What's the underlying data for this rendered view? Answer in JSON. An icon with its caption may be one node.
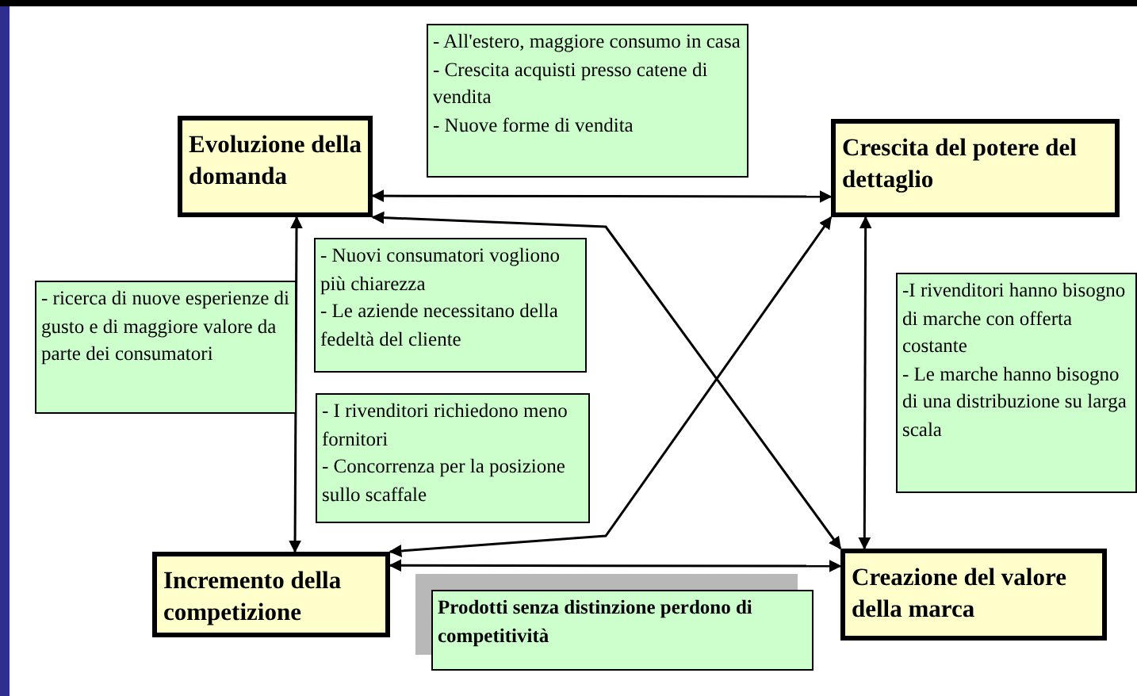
{
  "diagram": {
    "nodes": [
      {
        "text": [
          "- All'estero, maggiore consumo in casa",
          "- Crescita acquisti presso catene di vendita",
          "- Nuove forme di vendita"
        ]
      },
      {
        "text": [
          "Evoluzione della domanda"
        ]
      },
      {
        "text": [
          "Crescita del potere del dettaglio"
        ]
      },
      {
        "text": [
          "- ricerca di nuove esperienze di gusto e di maggiore valore da parte dei consumatori"
        ]
      },
      {
        "text": [
          "- Nuovi consumatori vogliono più chiarezza",
          "- Le aziende necessitano della fedeltà del cliente"
        ]
      },
      {
        "text": [
          "-I rivenditori hanno bisogno di marche con offerta costante",
          "- Le marche hanno bisogno di una distribuzione su larga scala"
        ]
      },
      {
        "text": [
          "- I rivenditori richiedono meno fornitori",
          "- Concorrenza per la posizione sullo scaffale"
        ]
      },
      {
        "text": [
          "Incremento della competizione"
        ]
      },
      {
        "text": [
          "Creazione del valore della marca"
        ]
      },
      {
        "text": [
          "Prodotti senza distinzione perdono di competitività"
        ]
      }
    ],
    "edges": [
      {
        "from": 1,
        "to": 2,
        "arrow": "both"
      },
      {
        "from": 1,
        "to": 7,
        "arrow": "both"
      },
      {
        "from": 2,
        "to": 8,
        "arrow": "both"
      },
      {
        "from": 7,
        "to": 8,
        "arrow": "both"
      },
      {
        "from": 1,
        "to": 8,
        "arrow": "both"
      },
      {
        "from": 7,
        "to": 2,
        "arrow": "both"
      }
    ]
  }
}
